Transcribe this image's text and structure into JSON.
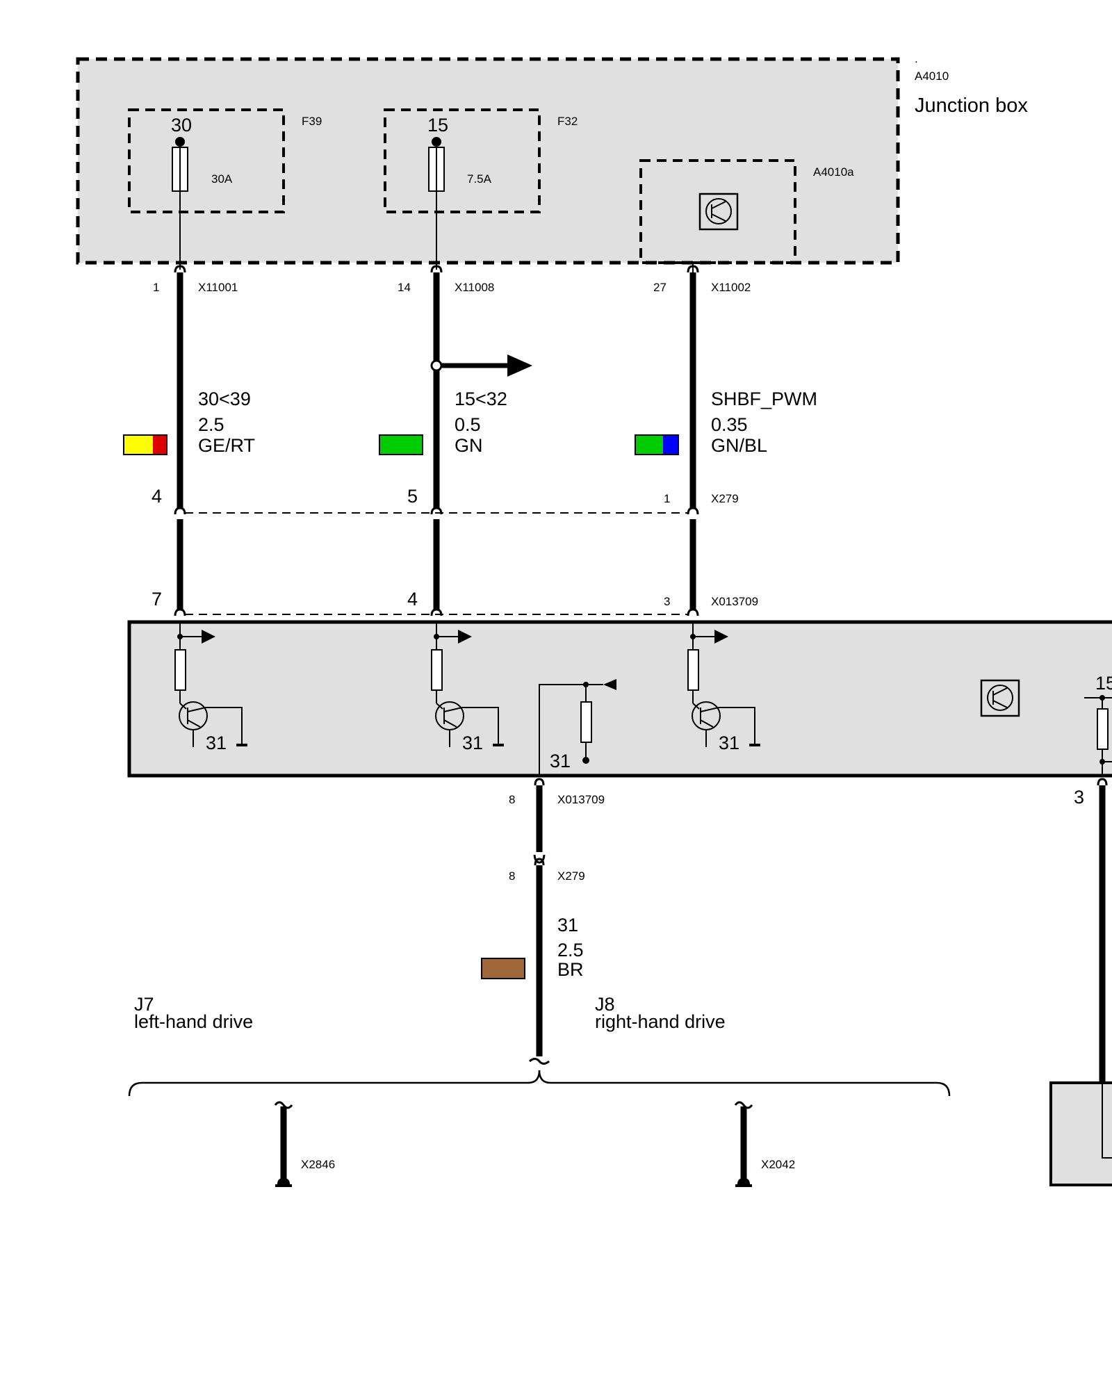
{
  "junction_box": {
    "dot": ".",
    "id": "A4010",
    "title": "Junction box",
    "sub_module_id": "A4010a",
    "fuses": [
      {
        "id": "F39",
        "terminal": "30",
        "rating": "30A"
      },
      {
        "id": "F32",
        "terminal": "15",
        "rating": "7.5A"
      }
    ]
  },
  "connectors": {
    "top": [
      {
        "pin": "1",
        "id": "X11001"
      },
      {
        "pin": "14",
        "id": "X11008"
      },
      {
        "pin": "27",
        "id": "X11002"
      }
    ],
    "x279_upper": {
      "pins": [
        "4",
        "5",
        "1"
      ],
      "id": "X279"
    },
    "x013709_upper": {
      "pins": [
        "7",
        "4",
        "3"
      ],
      "id": "X013709"
    },
    "x013709_lower": {
      "pin": "8",
      "id": "X013709"
    },
    "x279_lower": {
      "pin": "8",
      "id": "X279"
    },
    "right_pin": "3",
    "bottom_left": "X2846",
    "bottom_right": "X2042"
  },
  "wires": [
    {
      "signal": "30<39",
      "gauge": "2.5",
      "color_code": "GE/RT",
      "colors": [
        "#ffff00",
        "#e00000"
      ]
    },
    {
      "signal": "15<32",
      "gauge": "0.5",
      "color_code": "GN",
      "colors": [
        "#00cc00"
      ]
    },
    {
      "signal": "SHBF_PWM",
      "gauge": "0.35",
      "color_code": "GN/BL",
      "colors": [
        "#00cc00",
        "#0000ff"
      ]
    },
    {
      "signal": "31",
      "gauge": "2.5",
      "color_code": "BR",
      "colors": [
        "#a0673a"
      ]
    }
  ],
  "module": {
    "ground_labels": [
      "31",
      "31",
      "31",
      "31"
    ],
    "right_label": "15"
  },
  "variants": [
    {
      "code": "J7",
      "label": "left-hand drive"
    },
    {
      "code": "J8",
      "label": "right-hand drive"
    }
  ],
  "colors": {
    "box_fill": "#e0e0e0",
    "line": "#000000"
  }
}
